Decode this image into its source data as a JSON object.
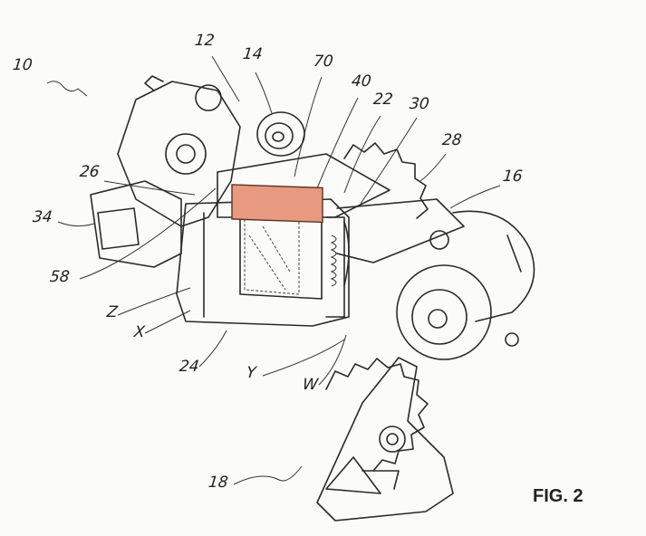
{
  "figure": {
    "caption": "FIG. 2",
    "highlight_color": "#e79a80",
    "labels": {
      "l10": "10",
      "l12": "12",
      "l14": "14",
      "l70": "70",
      "l40": "40",
      "l22": "22",
      "l30": "30",
      "l28": "28",
      "l16": "16",
      "l26": "26",
      "l34": "34",
      "l58": "58",
      "lZ": "Z",
      "lX": "X",
      "l24": "24",
      "lY": "Y",
      "lW": "W",
      "l18": "18"
    }
  }
}
